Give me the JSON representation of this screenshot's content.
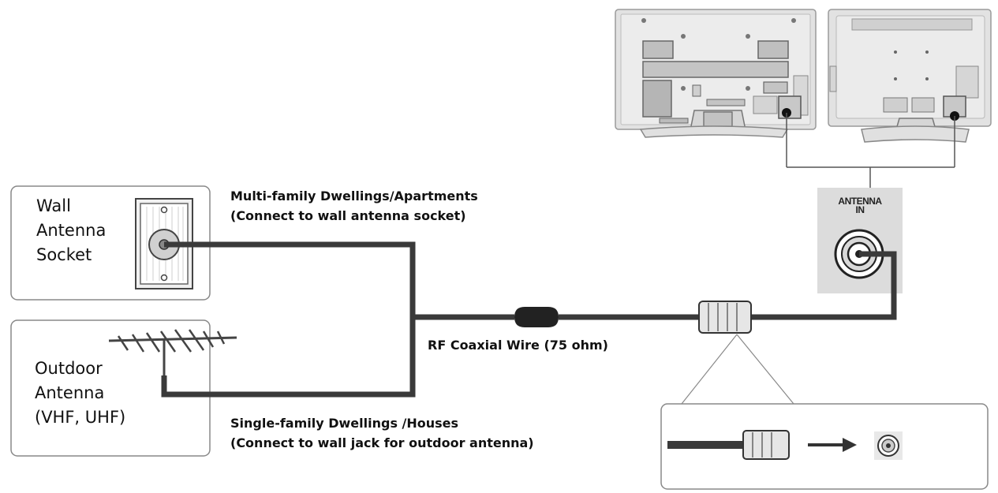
{
  "sources": {
    "wall_socket": {
      "label_lines": [
        "Wall",
        "Antenna",
        "Socket"
      ],
      "caption_lines": [
        "Multi-family Dwellings/Apartments",
        "(Connect to wall antenna socket)"
      ]
    },
    "outdoor_antenna": {
      "label_lines": [
        "Outdoor",
        "Antenna",
        "(VHF, UHF)"
      ],
      "caption_lines": [
        "Single-family Dwellings /Houses",
        "(Connect to wall jack for outdoor antenna)"
      ]
    }
  },
  "cable": {
    "label": "RF Coaxial Wire (75 ohm)"
  },
  "tv_input": {
    "label_lines": [
      "ANTENNA",
      "IN"
    ]
  },
  "icons": [
    "wall-socket-icon",
    "outdoor-antenna-icon",
    "tv-rear-icon",
    "antenna-port-icon",
    "arrow-right-icon"
  ],
  "colors": {
    "cable": "#3a3a3a",
    "line": "#555555",
    "panel": "#dcdcdc"
  }
}
